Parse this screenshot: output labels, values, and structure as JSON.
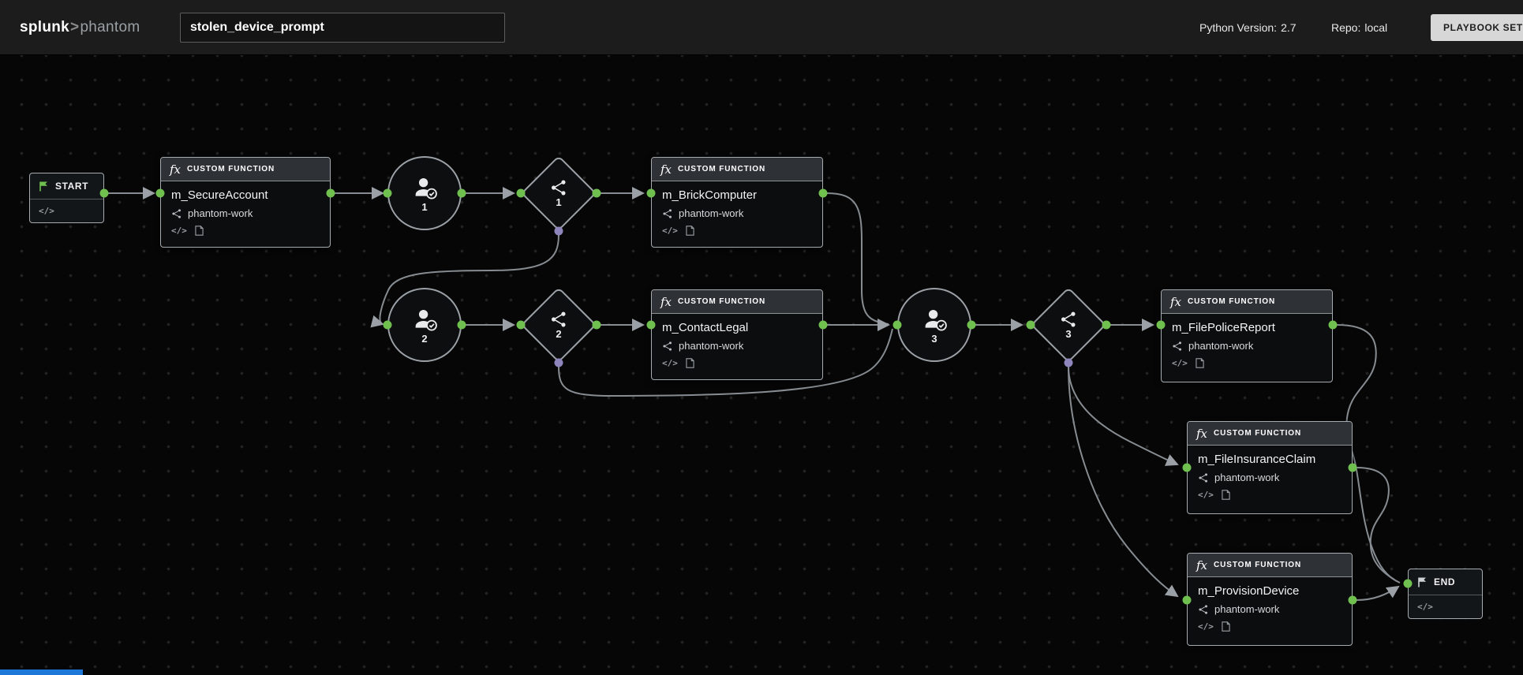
{
  "header": {
    "logo": {
      "splunk": "splunk",
      "chevron": ">",
      "phantom": "phantom"
    },
    "playbook_name": "stolen_device_prompt",
    "python_version_label": "Python Version:",
    "python_version_value": "2.7",
    "repo_label": "Repo:",
    "repo_value": "local",
    "settings_button": "PLAYBOOK SET"
  },
  "colors": {
    "accent_green": "#70c050",
    "branch_purple": "#8d85bb",
    "wire_gray": "#868c91",
    "scroll_blue": "#1e78d7"
  },
  "nodes": {
    "start": {
      "label": "START",
      "code": "</>"
    },
    "end": {
      "label": "END",
      "code": "</>"
    },
    "functions": [
      {
        "badge": "fx",
        "type": "CUSTOM FUNCTION",
        "name": "m_SecureAccount",
        "app": "phantom-work",
        "code": "</>"
      },
      {
        "badge": "fx",
        "type": "CUSTOM FUNCTION",
        "name": "m_BrickComputer",
        "app": "phantom-work",
        "code": "</>"
      },
      {
        "badge": "fx",
        "type": "CUSTOM FUNCTION",
        "name": "m_ContactLegal",
        "app": "phantom-work",
        "code": "</>"
      },
      {
        "badge": "fx",
        "type": "CUSTOM FUNCTION",
        "name": "m_FilePoliceReport",
        "app": "phantom-work",
        "code": "</>"
      },
      {
        "badge": "fx",
        "type": "CUSTOM FUNCTION",
        "name": "m_FileInsuranceClaim",
        "app": "phantom-work",
        "code": "</>"
      },
      {
        "badge": "fx",
        "type": "CUSTOM FUNCTION",
        "name": "m_ProvisionDevice",
        "app": "phantom-work",
        "code": "</>"
      }
    ],
    "prompts": [
      "1",
      "2",
      "3"
    ],
    "decisions": [
      "1",
      "2",
      "3"
    ]
  }
}
